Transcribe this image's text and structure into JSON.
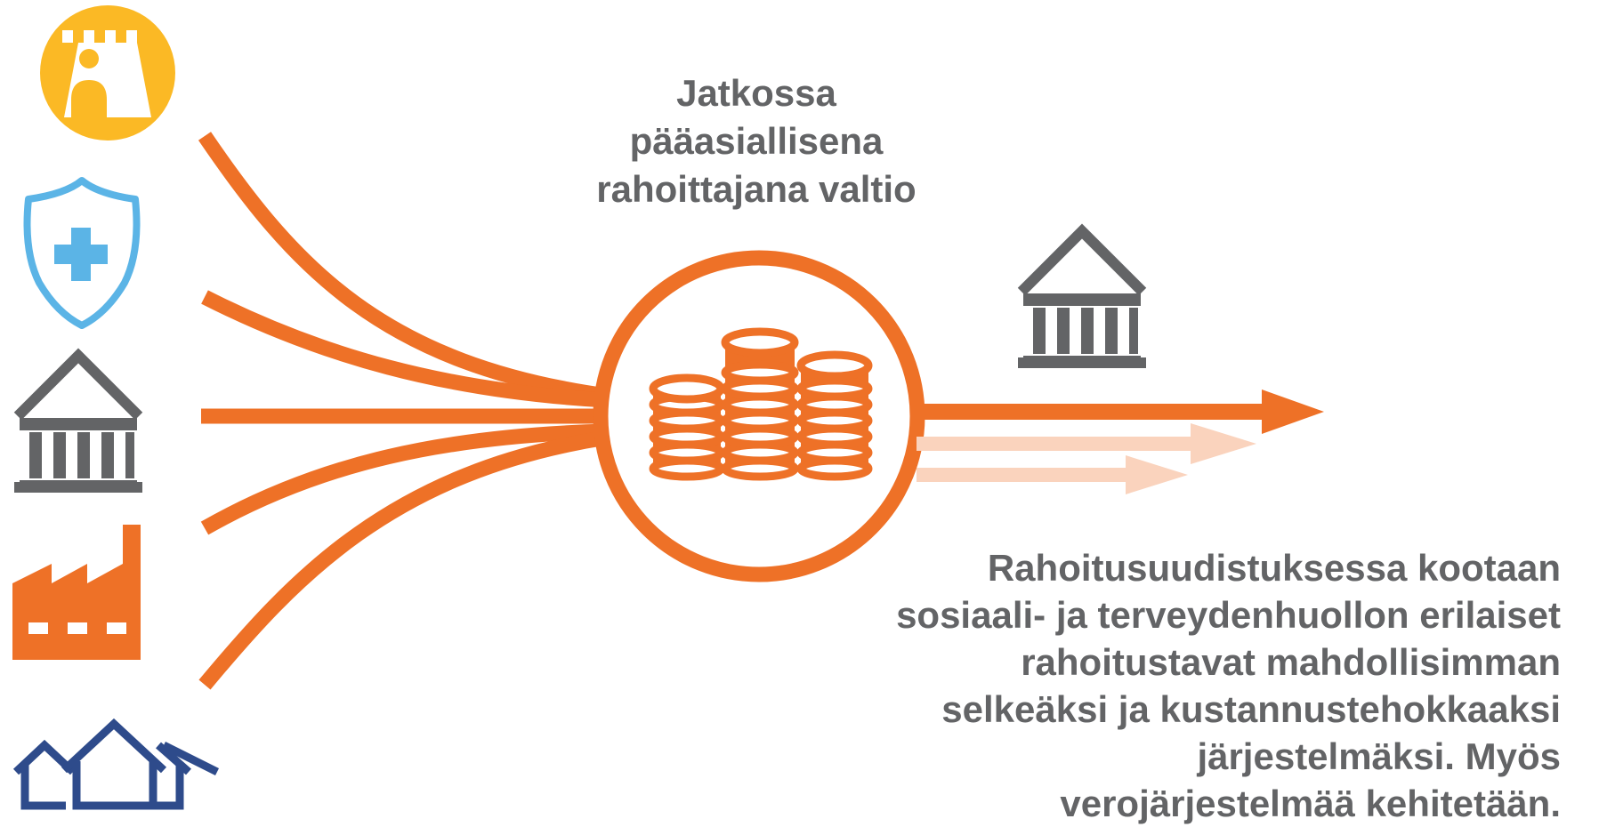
{
  "colors": {
    "orange": "#EE7127",
    "orange_light": "#FAD3BD",
    "yellow": "#FBB925",
    "blue_light": "#5BB4E6",
    "gray": "#636466",
    "navy": "#2E4B8B",
    "text": "#636466"
  },
  "sources": [
    {
      "icon": "tower-icon"
    },
    {
      "icon": "shield-plus-icon"
    },
    {
      "icon": "government-building-icon"
    },
    {
      "icon": "factory-icon"
    },
    {
      "icon": "houses-icon"
    }
  ],
  "hub": {
    "icon": "coin-stacks-icon"
  },
  "destination": {
    "icon": "government-building-icon"
  },
  "texts": {
    "top_caption": [
      "Jatkossa",
      "pääasiallisena",
      "rahoittajana valtio"
    ],
    "bottom_caption": [
      "Rahoitusuudistuksessa kootaan",
      "sosiaali- ja terveydenhuollon erilaiset",
      "rahoitustavat mahdollisimman",
      "selkeäksi ja kustannustehokkaaksi",
      "järjestelmäksi. Myös",
      "verojärjestelmää kehitetään."
    ]
  }
}
